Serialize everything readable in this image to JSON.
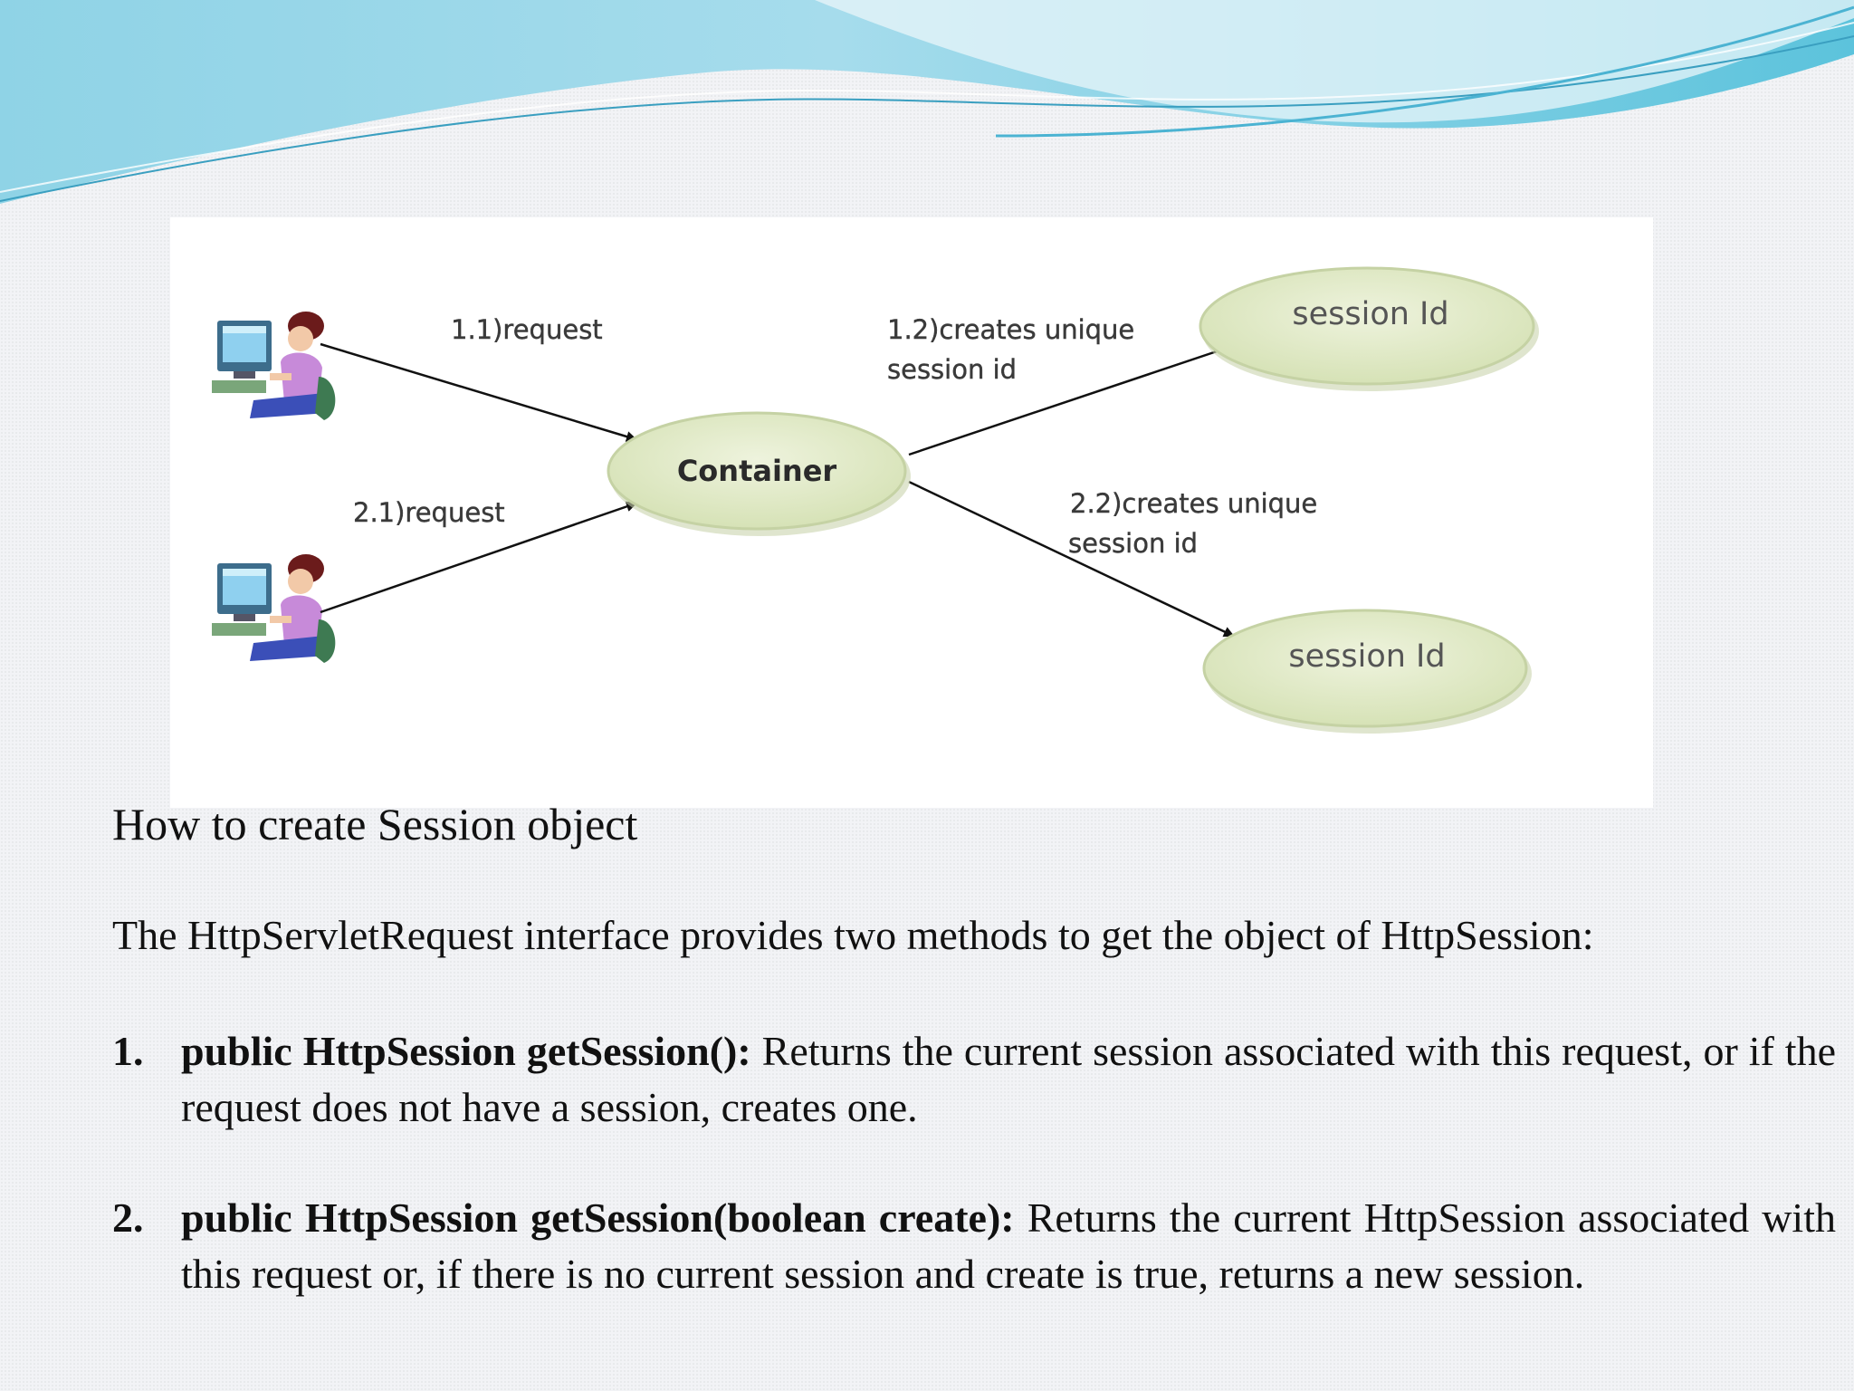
{
  "diagram": {
    "client_icons": [
      "user-at-computer-icon",
      "user-at-computer-icon"
    ],
    "nodes": {
      "container": "Container",
      "session_top": "session Id",
      "session_bottom": "session Id"
    },
    "edges": {
      "request_1": "1.1)request",
      "request_2": "2.1)request",
      "creates_1_line1": "1.2)creates unique",
      "creates_1_line2": "session id",
      "creates_2_line1": "2.2)creates  unique",
      "creates_2_line2": "session id"
    },
    "colors": {
      "node_fill": "#e2ebc9",
      "node_stroke": "#c5d2a4",
      "arrow": "#111111"
    }
  },
  "text": {
    "heading": "How to create Session object",
    "intro": "The HttpServletRequest interface provides two methods to get the object of HttpSession:"
  },
  "methods": [
    {
      "number": "1.",
      "signature": "public HttpSession getSession():",
      "description": "Returns the current session associated with this request, or if the request does not have a session, creates one."
    },
    {
      "number": "2.",
      "signature": "public HttpSession getSession(boolean create):",
      "description": "Returns the current HttpSession associated with this request or, if there is no current session and create is true, returns a new session."
    }
  ]
}
